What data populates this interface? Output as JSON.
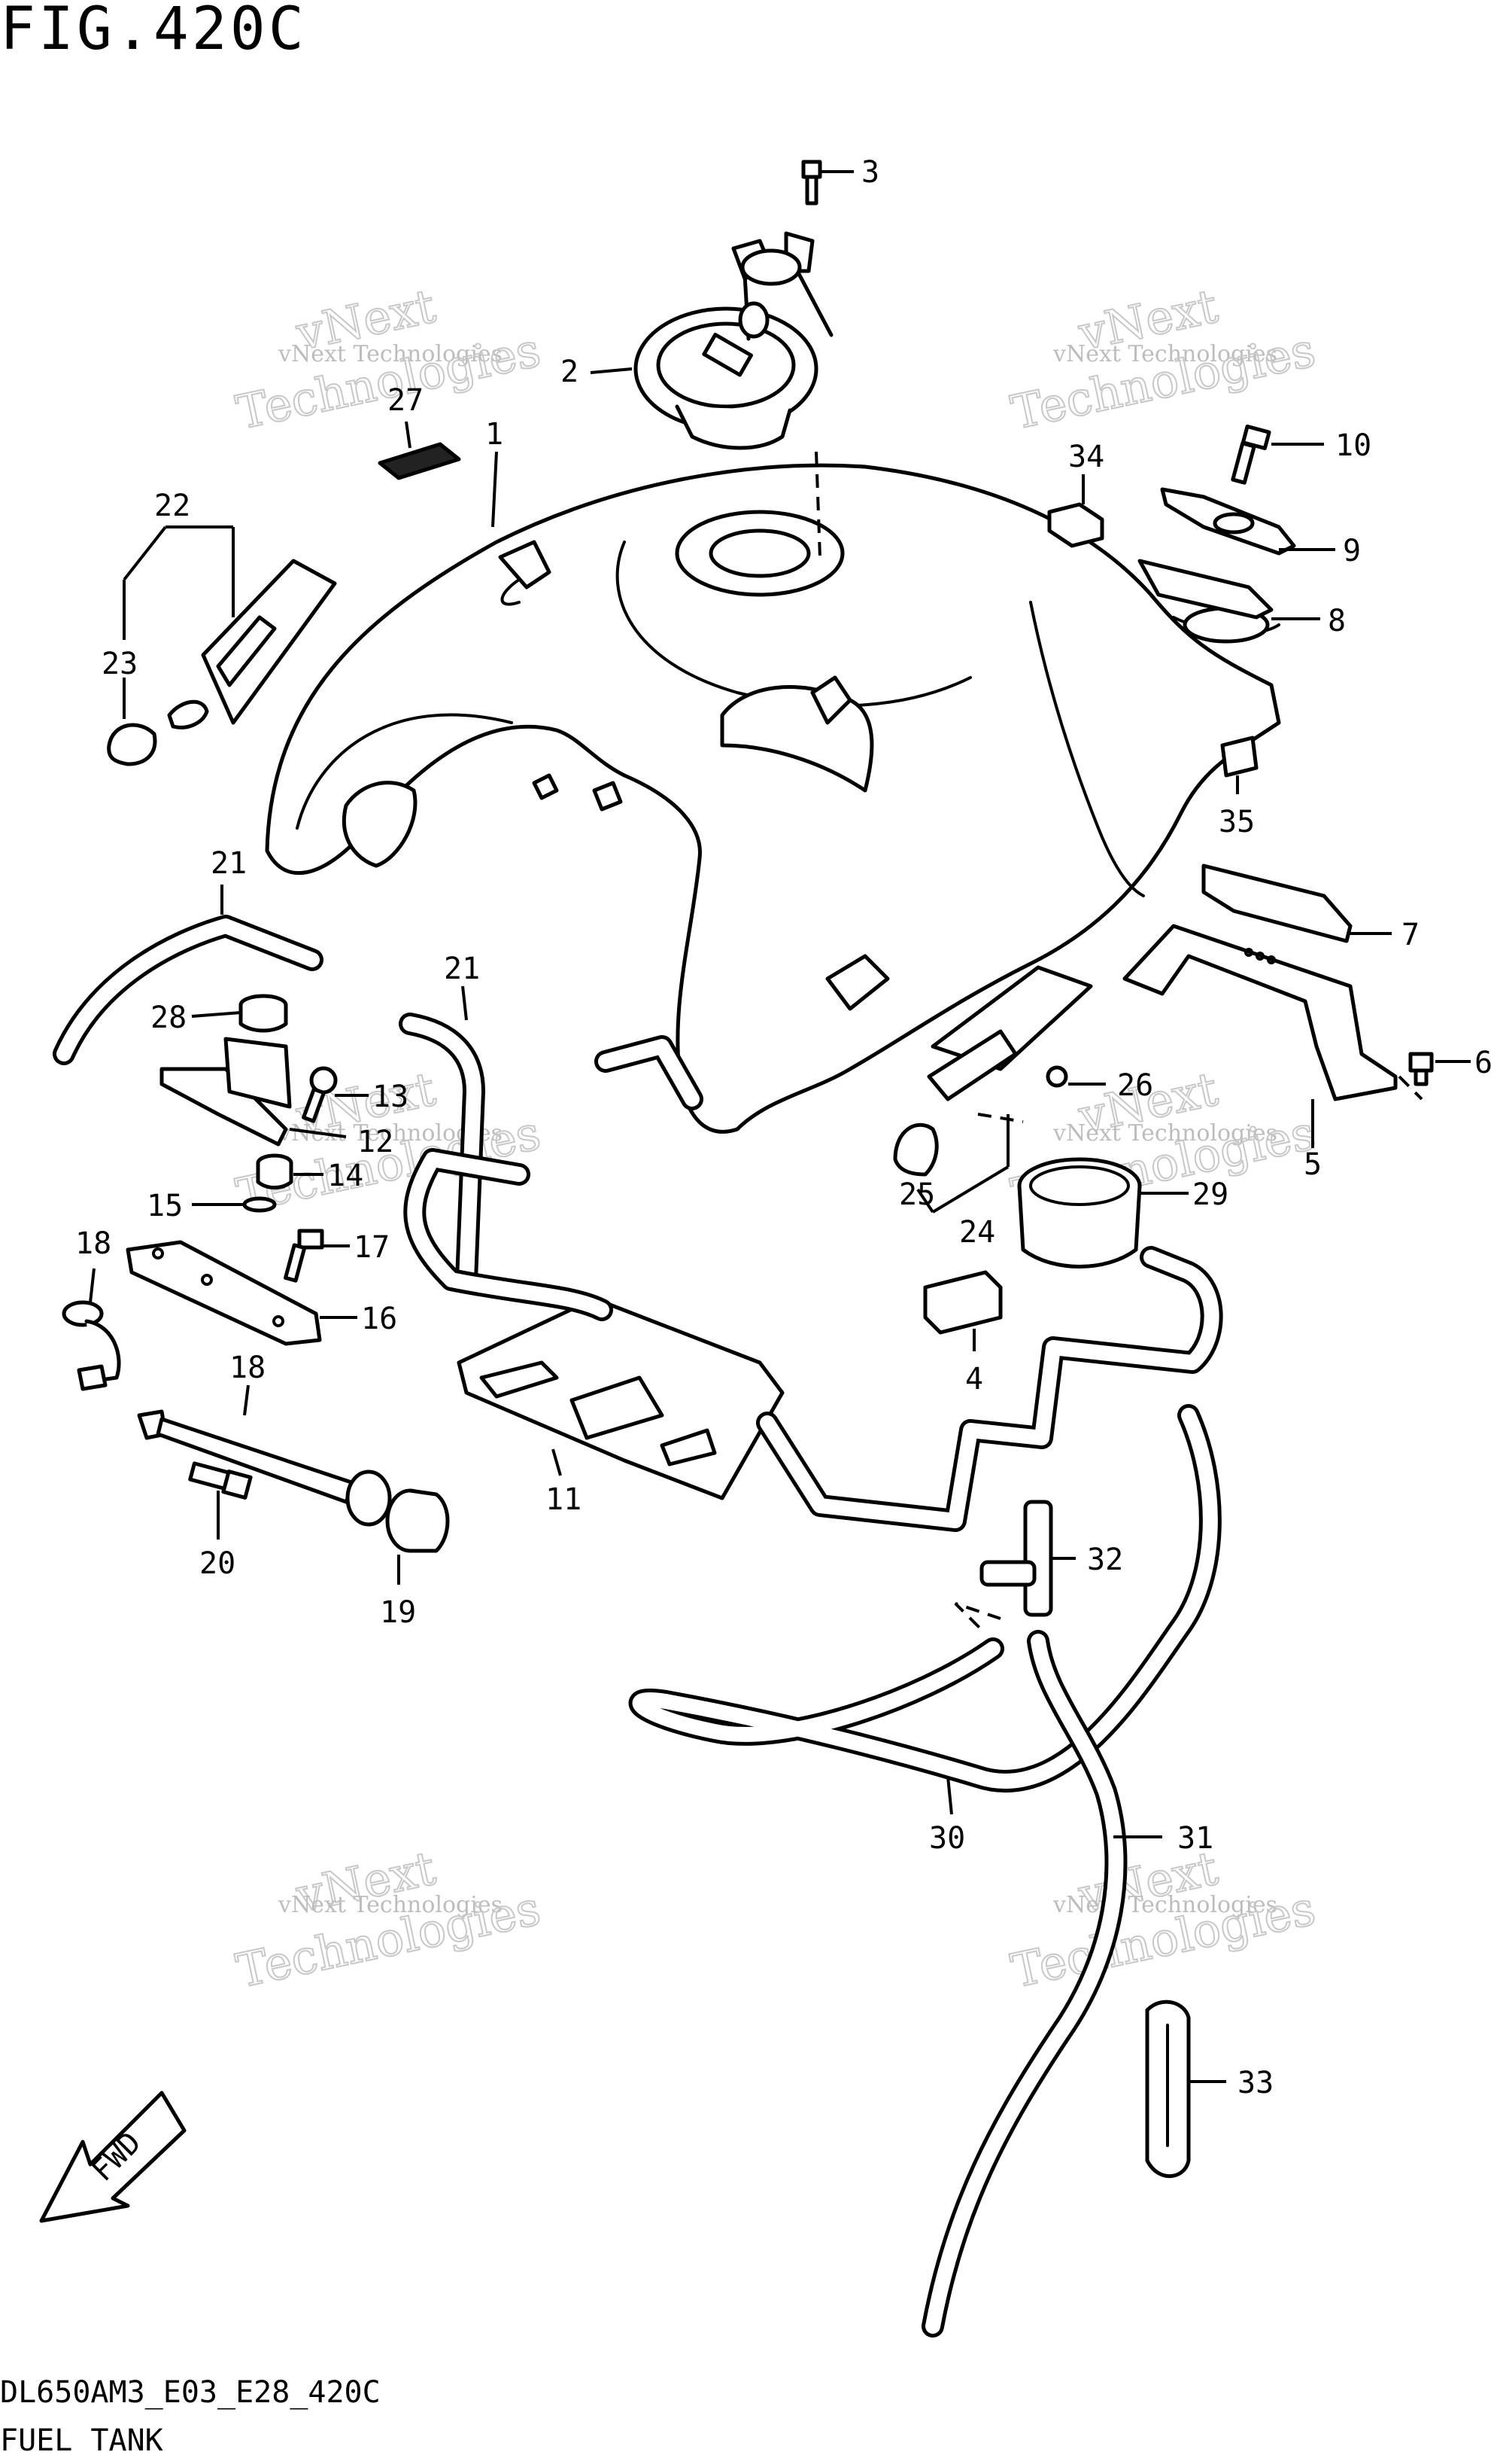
{
  "figure": {
    "title": "FIG.420C",
    "model_code": "DL650AM3_E03_E28_420C",
    "section_name": "FUEL TANK",
    "direction_label": "FWD"
  },
  "watermark": {
    "line1": "vNext",
    "line2": "vNext Technologies",
    "line3": "Technologies"
  },
  "callouts": [
    {
      "id": "1",
      "label": "1"
    },
    {
      "id": "2",
      "label": "2"
    },
    {
      "id": "3",
      "label": "3"
    },
    {
      "id": "4",
      "label": "4"
    },
    {
      "id": "5",
      "label": "5"
    },
    {
      "id": "6",
      "label": "6"
    },
    {
      "id": "7",
      "label": "7"
    },
    {
      "id": "8",
      "label": "8"
    },
    {
      "id": "9",
      "label": "9"
    },
    {
      "id": "10",
      "label": "10"
    },
    {
      "id": "11",
      "label": "11"
    },
    {
      "id": "12",
      "label": "12"
    },
    {
      "id": "13",
      "label": "13"
    },
    {
      "id": "14",
      "label": "14"
    },
    {
      "id": "15",
      "label": "15"
    },
    {
      "id": "16",
      "label": "16"
    },
    {
      "id": "17",
      "label": "17"
    },
    {
      "id": "18a",
      "label": "18"
    },
    {
      "id": "18b",
      "label": "18"
    },
    {
      "id": "19",
      "label": "19"
    },
    {
      "id": "20",
      "label": "20"
    },
    {
      "id": "21a",
      "label": "21"
    },
    {
      "id": "21b",
      "label": "21"
    },
    {
      "id": "22",
      "label": "22"
    },
    {
      "id": "23",
      "label": "23"
    },
    {
      "id": "24",
      "label": "24"
    },
    {
      "id": "25",
      "label": "25"
    },
    {
      "id": "26",
      "label": "26"
    },
    {
      "id": "27",
      "label": "27"
    },
    {
      "id": "28",
      "label": "28"
    },
    {
      "id": "29",
      "label": "29"
    },
    {
      "id": "30",
      "label": "30"
    },
    {
      "id": "31",
      "label": "31"
    },
    {
      "id": "32",
      "label": "32"
    },
    {
      "id": "33",
      "label": "33"
    },
    {
      "id": "34",
      "label": "34"
    },
    {
      "id": "35",
      "label": "35"
    }
  ]
}
